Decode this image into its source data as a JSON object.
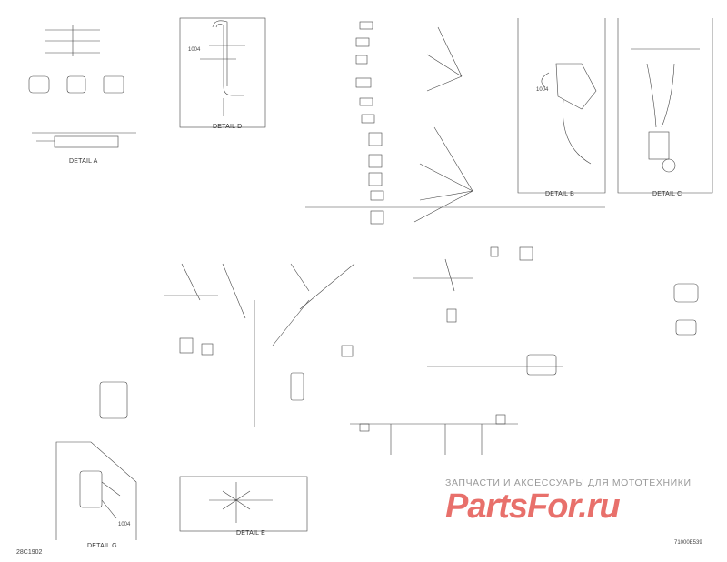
{
  "diagram": {
    "details": {
      "a": "DETAIL A",
      "b": "DETAIL B",
      "c": "DETAIL C",
      "d": "DETAIL D",
      "e": "DETAIL E",
      "g": "DETAIL G"
    },
    "codes": {
      "bottom_left": "28C1902",
      "bottom_right": "71000E539",
      "callout_1": "1004",
      "callout_2": "1004",
      "callout_3": "1004"
    }
  },
  "watermark": {
    "tagline": "ЗАПЧАСТИ И АКСЕССУАРЫ ДЛЯ МОТОТЕХНИКИ",
    "brand": "PartsFor.ru"
  }
}
